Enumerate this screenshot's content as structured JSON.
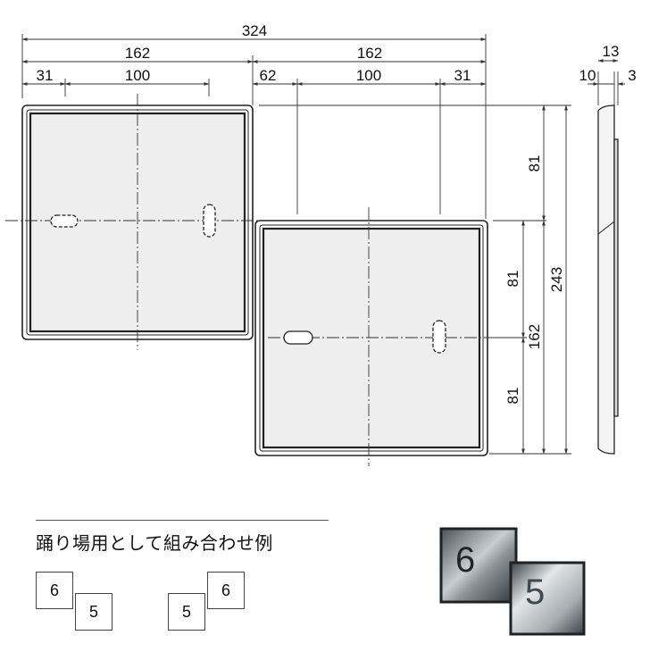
{
  "dimensions": {
    "overall_width": "324",
    "left_half": "162",
    "right_half": "162",
    "left_margin_left": "31",
    "left_spacing": "100",
    "right_offset": "62",
    "right_spacing": "100",
    "right_margin_right": "31",
    "upper_height": "81",
    "mid_height": "81",
    "lower_height": "81",
    "plate_height": "162",
    "total_height": "243",
    "side_total": "13",
    "side_body": "10",
    "side_offset": "3"
  },
  "caption": "踊り場用として組み合わせ例",
  "examples": {
    "a": {
      "top": "6",
      "bottom": "5"
    },
    "b": {
      "bottom": "5",
      "top": "6"
    }
  },
  "photo": {
    "digit_top": "6",
    "digit_bottom": "5"
  },
  "colors": {
    "line": "#222222",
    "plate_fill": "#eeeeee",
    "dim_line": "#333333"
  }
}
